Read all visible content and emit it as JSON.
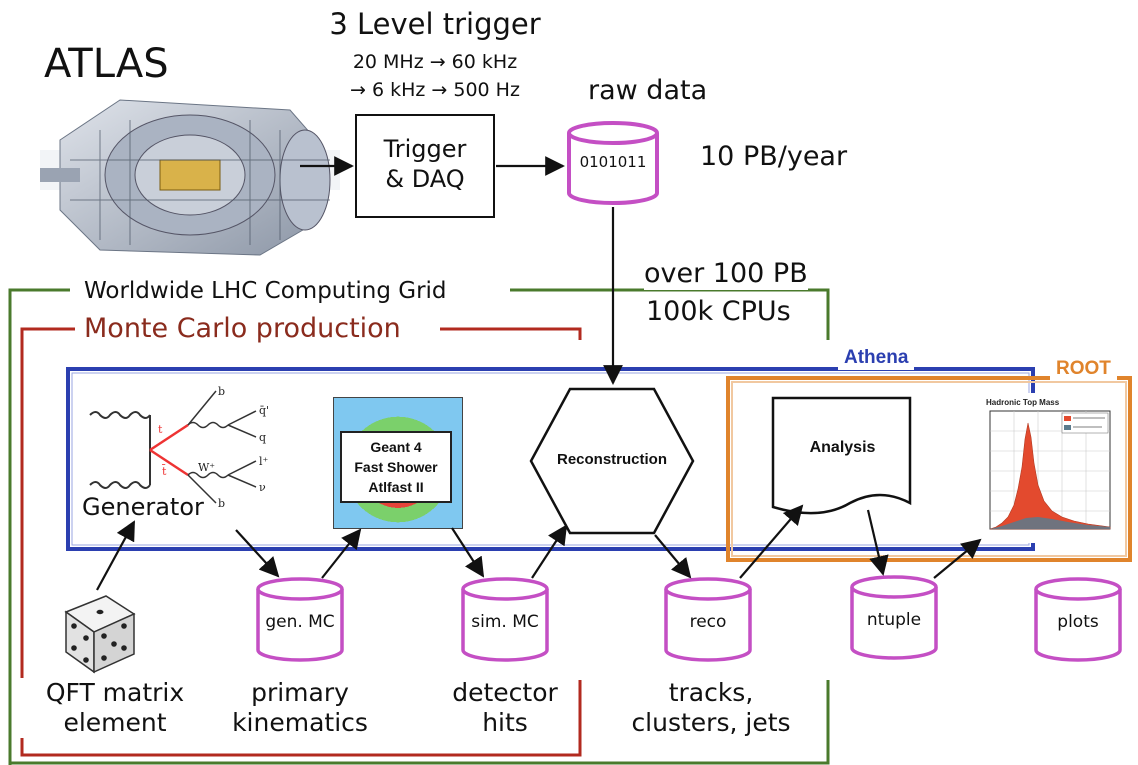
{
  "title": "ATLAS",
  "trigger": {
    "title": "3 Level trigger",
    "rates_line1": "20 MHz → 60 kHz",
    "rates_line2": "→ 6 kHz → 500 Hz",
    "box_line1": "Trigger",
    "box_line2": "& DAQ"
  },
  "raw_data": {
    "label": "raw data",
    "bits": "0101011",
    "rate": "10 PB/year"
  },
  "grid": {
    "label": "Worldwide LHC Computing Grid",
    "storage": "over 100 PB",
    "cpus": "100k CPUs"
  },
  "mc": {
    "label": "Monte Carlo production"
  },
  "frameworks": {
    "athena": "Athena",
    "root": "ROOT"
  },
  "stages": {
    "generator": "Generator",
    "geant_line1": "Geant 4",
    "geant_line2": "Fast Shower",
    "geant_line3": "Atlfast II",
    "reconstruction": "Reconstruction",
    "analysis": "Analysis",
    "plot_title": "Hadronic Top Mass"
  },
  "feynman": {
    "labels": [
      "b̄",
      "q̄'",
      "q",
      "l⁺",
      "ν",
      "t",
      "W⁺",
      "t̄",
      "b"
    ]
  },
  "datasets": [
    {
      "label": "gen. MC",
      "caption_line1": "primary",
      "caption_line2": "kinematics"
    },
    {
      "label": "sim. MC",
      "caption_line1": "detector",
      "caption_line2": "hits"
    },
    {
      "label": "reco",
      "caption_line1": "tracks,",
      "caption_line2": "clusters,  jets"
    },
    {
      "label": "ntuple"
    },
    {
      "label": "plots"
    }
  ],
  "qft": {
    "line1": "QFT matrix",
    "line2": "element"
  },
  "colors": {
    "grid_frame": "#4a7a2c",
    "mc_frame": "#b22a1f",
    "athena_frame": "#2b3fb0",
    "root_frame": "#e0842c",
    "cylinder": "#c44fc4",
    "hist_fill": "#e34a2e"
  }
}
